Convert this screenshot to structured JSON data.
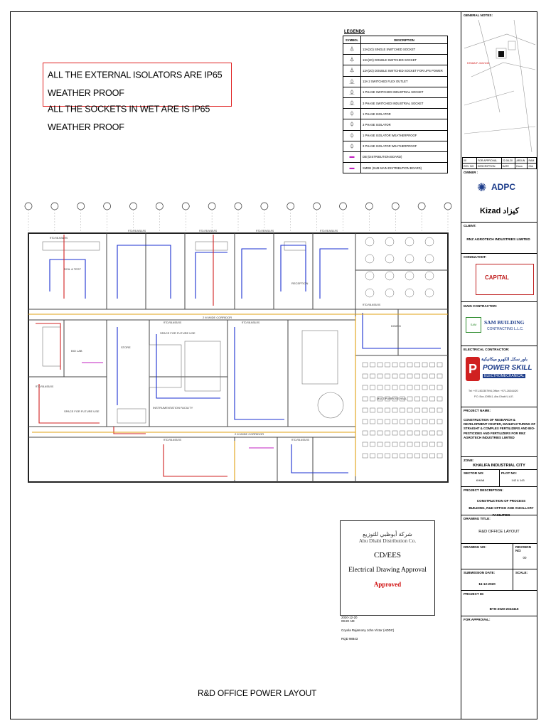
{
  "notes": [
    "ALL THE EXTERNAL ISOLATORS ARE IP65 WEATHER PROOF",
    "ALL THE SOCKETS IN WET ARE IS IP65 WEATHER PROOF"
  ],
  "legend": {
    "title": "LEGENDS",
    "header_symbol": "SYMBOL",
    "header_desc": "DESCRIPTION",
    "rows": [
      {
        "sym": "⏃",
        "desc": "13A(1G) SINGLE SWITCHED SOCKET"
      },
      {
        "sym": "⏃",
        "desc": "13A(2G) DOUBLE SWITCHED SOCKET"
      },
      {
        "sym": "⏃",
        "desc": "13A(2G) DOUBLE SWITCHED SOCKET FOR UPS POWER"
      },
      {
        "sym": "⏂",
        "desc": "13A 2 SWITCHED FLEX OUTLET"
      },
      {
        "sym": "⏂",
        "desc": "1 PHASE SWITCHED INDUSTRIAL SOCKET"
      },
      {
        "sym": "⏂",
        "desc": "3 PHASE SWITCHED INDUSTRIAL SOCKET"
      },
      {
        "sym": "⏀",
        "desc": "1 PHASE ISOLATOR"
      },
      {
        "sym": "⏀",
        "desc": "3 PHASE ISOLATOR"
      },
      {
        "sym": "⏀",
        "desc": "1 PHASE ISOLATOR WEATHERPROOF"
      },
      {
        "sym": "⏀",
        "desc": "3 PHASE ISOLATOR WEATHERPROOF"
      },
      {
        "sym": "▬",
        "desc": "DB (DISTRIBUTION BOARD)"
      },
      {
        "sym": "▬",
        "desc": "SMDB (SUB MAIN DISTRIBUTION BOARD)"
      }
    ]
  },
  "title_block": {
    "general_notes": "GENERAL NOTES:",
    "key_plan_label": "KHIA8-F-410/143",
    "revision": {
      "no": "00",
      "desc": "FOR APPROVAL",
      "date": "22-08-20",
      "by": "ARJUN",
      "chk": "RAM"
    },
    "revision_headers": {
      "no": "REV. NO",
      "desc": "DESCRIPTION",
      "date": "DATE",
      "by": "Drwn",
      "chk": "Chk"
    },
    "owner_label": "OWNER :",
    "owner_logo1": "ADPC",
    "owner_logo2": "Kizad كيزاد",
    "client_label": "CLIENT:",
    "client": "RNZ AGROTECH INDUSTRIES LIMITED",
    "consultant_label": "CONSULTANT:",
    "consultant_logo": "CAPITAL",
    "main_contractor_label": "MAIN CONTRACTOR:",
    "main_contractor_logo": "SAM BUILDING",
    "main_contractor_sub": "CONTRACTING L.L.C.",
    "main_contractor_abbr": "SAM",
    "electrical_contractor_label": "ELECTRICAL CONTRACTOR:",
    "electrical_contractor_ar": "باور سكل الكهرو ميكانيكية",
    "electrical_contractor_name": "POWER SKILL",
    "electrical_contractor_sub": "ELECTROMECHANICAL",
    "electrical_contractor_contact1": "Tel: +971-502357994,Office: +971-26344420",
    "electrical_contractor_contact2": "P.O. Box-109541, Abu Dhabi U.A.E.",
    "project_name_label": "PROJECT NAME:",
    "project_name": "CONSTRUCTION OF RESEARCH & DEVELOPMENT CENTER, MANUFACTURING OF STRAIGHT & COMPLEX FERTILIZERS AND BIO-PESTICIDES AND FERTILIZERS FOR RNZ AGROTECH INDUSTRIES LIMITED",
    "zone_label": "ZONE:",
    "zone": "KHALIFA INDUSTRIAL CITY",
    "sector_label": "SECTOR NO:",
    "sector": "KHIA8",
    "plot_label": "PLOT NO:",
    "plot": "142 & 143",
    "project_desc_label": "PROJECT DESCRIPTION:",
    "project_desc": "CONSTRUCTION OF PROCESS BUILDING, R&D OFFICE AND ANCILLARY FACILITIES",
    "drawing_title_label": "DRAWING TITLE:",
    "drawing_title": "R&D OFFICE LAYOUT",
    "drawing_no_label": "DRAWING NO:",
    "revision_no_label": "REVISION NO:",
    "revision_no": "00",
    "submission_date_label": "SUBMISSION DATE:",
    "scale_label": "SCALE:",
    "submission_date": "16-12-2020",
    "project_id_label": "PROJECT ID:",
    "project_id": "BYN-2020-2022415",
    "for_approval_label": "FOR APPROVAL:"
  },
  "stamp": {
    "arabic": "شركة أبوظبي للتوزيع",
    "english": "Abu Dhabi Distribution Co.",
    "dept": "CD/EES",
    "text": "Electrical Drawing Approval",
    "status": "Approved"
  },
  "approval": {
    "date": "2020-12-20",
    "time": "09:20 AM",
    "name": "Coyola Rajamony John Victor (ADDC)",
    "ref": "RQD 98843"
  },
  "drawing_caption": "R&D OFFICE POWER LAYOUT",
  "plan_labels": {
    "corridor1": "2 M WIDE CORRIDOR",
    "corridor2": "2 M WIDE CORRIDOR",
    "future1": "SPACE FOR FUTURE USE",
    "future2": "SPACE FOR FUTURE USE",
    "hall": "MULTIPURPOSE HALL",
    "lab1": "BIO LAB",
    "lab2": "INSTRUMENTATION FACILITY",
    "lab3": "SOIL & TEST",
    "store": "STORE",
    "reception": "RECEPTION",
    "dining": "DINING"
  },
  "grid_count": 17
}
